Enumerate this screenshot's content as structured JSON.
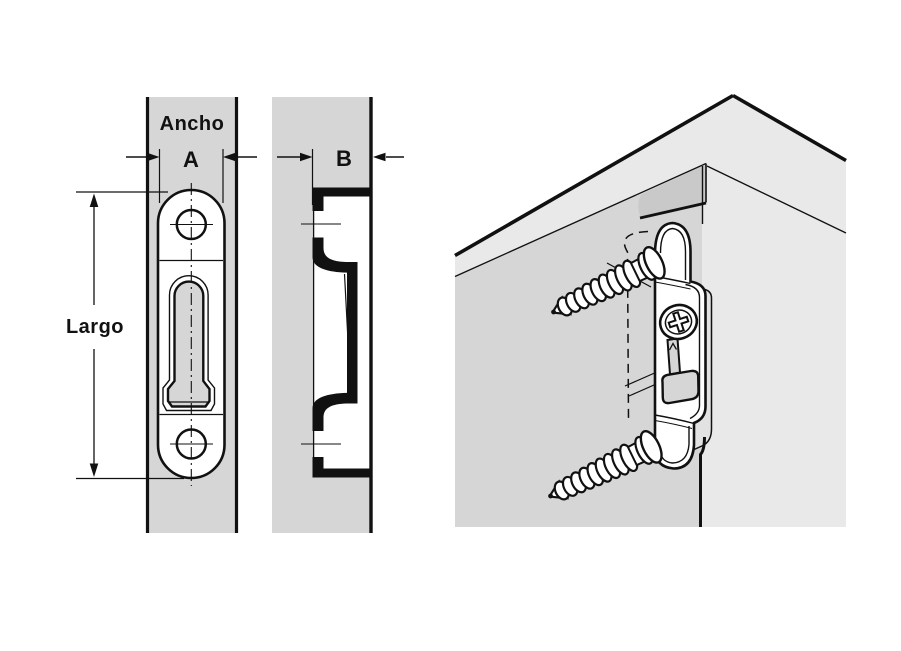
{
  "labels": {
    "ancho": "Ancho",
    "a": "A",
    "b": "B",
    "largo": "Largo"
  },
  "colors": {
    "panel_gray": "#d6d6d6",
    "panel_light": "#e9e9e9",
    "groove_gray": "#c9c9c9",
    "recess_light": "#e2e2e2",
    "line_black": "#111111",
    "background": "#ffffff"
  }
}
